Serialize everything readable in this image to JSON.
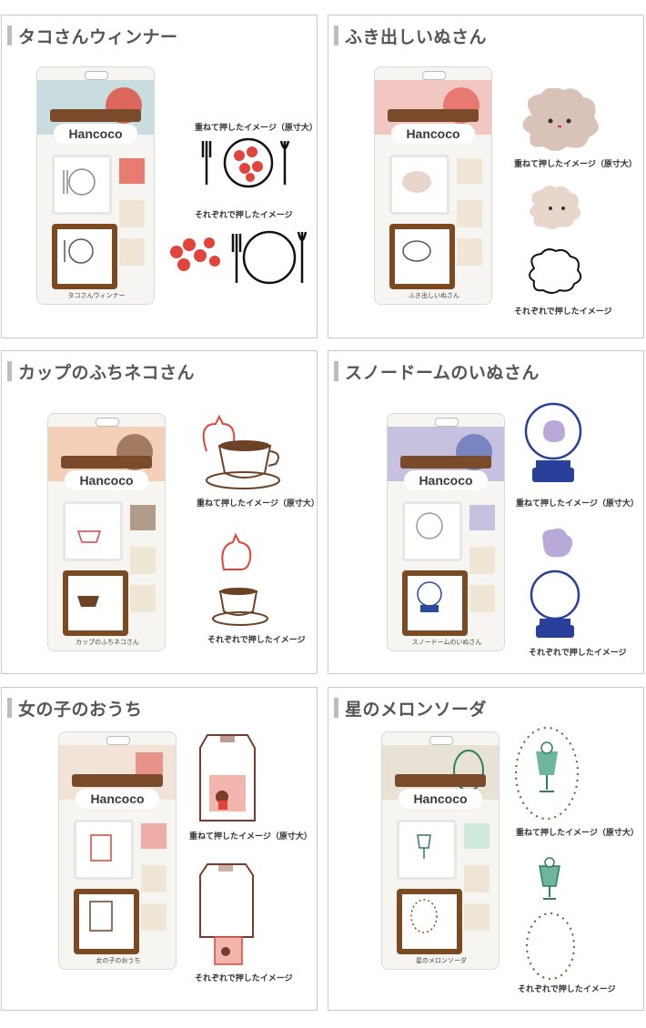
{
  "products": [
    {
      "title": "タコさんウィンナー",
      "brand": "Hancoco",
      "package_label": "タコさんウィンナー",
      "note_overlay": "重ねて押したイメージ（原寸大）",
      "note_separate": "それぞれで押したイメージ",
      "accent": "#c9dce0"
    },
    {
      "title": "ふき出しいぬさん",
      "brand": "Hancoco",
      "package_label": "ふき出しいぬさん",
      "note_overlay": "重ねて押したイメージ（原寸大）",
      "note_separate": "それぞれで押したイメージ",
      "accent": "#f2c7c2"
    },
    {
      "title": "カップのふちネコさん",
      "brand": "Hancoco",
      "package_label": "カップのふちネコさん",
      "note_overlay": "重ねて押したイメージ（原寸大）",
      "note_separate": "それぞれで押したイメージ",
      "accent": "#f4d0b8"
    },
    {
      "title": "スノードームのいぬさん",
      "brand": "Hancoco",
      "package_label": "スノードームのいぬさん",
      "note_overlay": "重ねて押したイメージ（原寸大）",
      "note_separate": "それぞれで押したイメージ",
      "accent": "#c7c1e0"
    },
    {
      "title": "女の子のおうち",
      "brand": "Hancoco",
      "package_label": "女の子のおうち",
      "note_overlay": "重ねて押したイメージ（原寸大）",
      "note_separate": "それぞれで押したイメージ",
      "accent": "#f1e3d8"
    },
    {
      "title": "星のメロンソーダ",
      "brand": "Hancoco",
      "package_label": "星のメロンソーダ",
      "note_overlay": "重ねて押したイメージ（原寸大）",
      "note_separate": "それぞれで押したイメージ",
      "accent": "#e8e2d6"
    }
  ]
}
